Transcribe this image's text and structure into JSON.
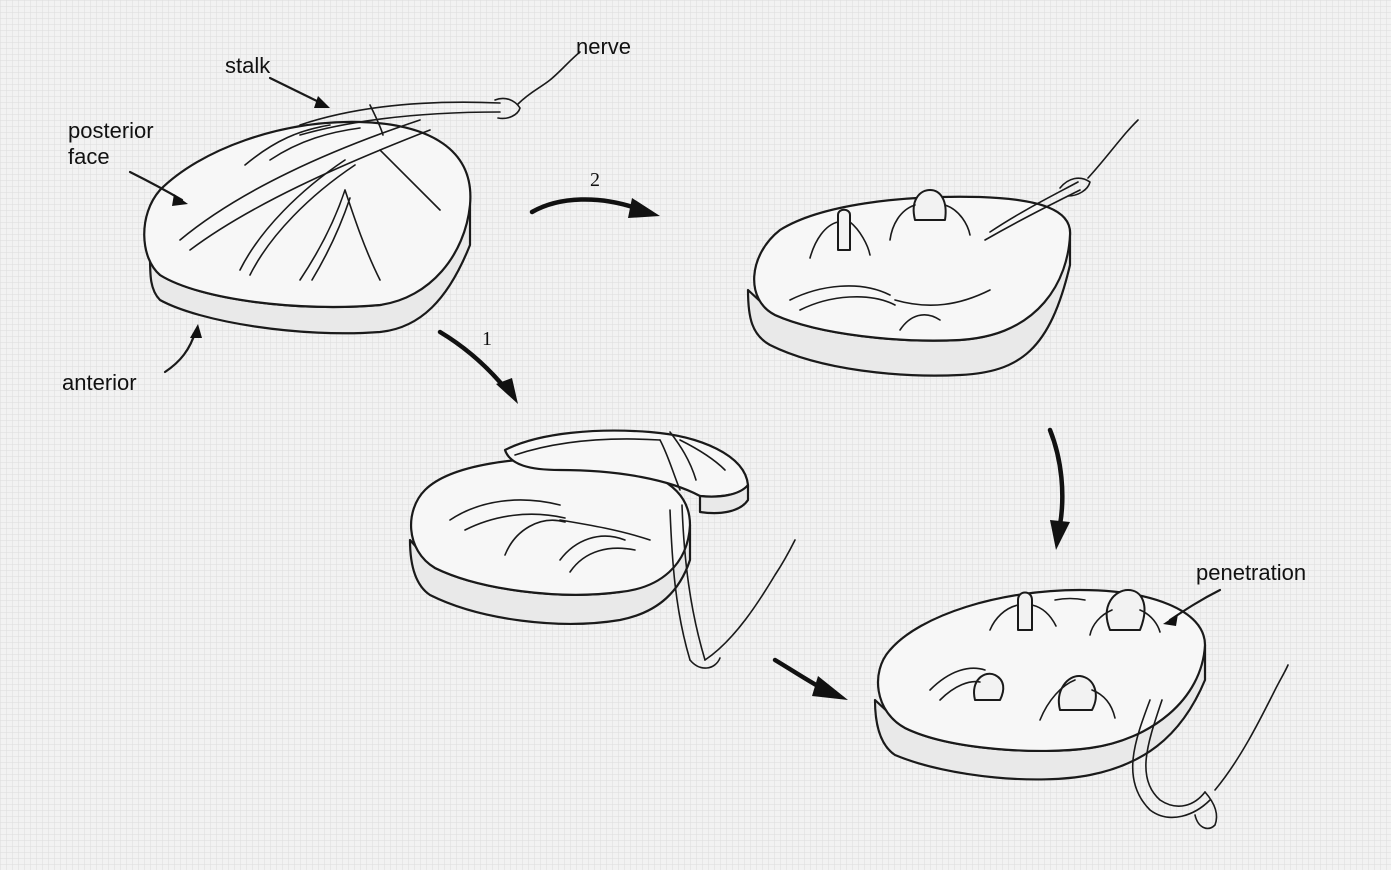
{
  "labels": {
    "stalk": "stalk",
    "nerve": "nerve",
    "posterior_line1": "posterior",
    "posterior_line2": "face",
    "anterior": "anterior",
    "penetration": "penetration",
    "step1": "1",
    "step2": "2"
  },
  "colors": {
    "background": "#f2f2f2",
    "ink": "#1a1a1a"
  }
}
